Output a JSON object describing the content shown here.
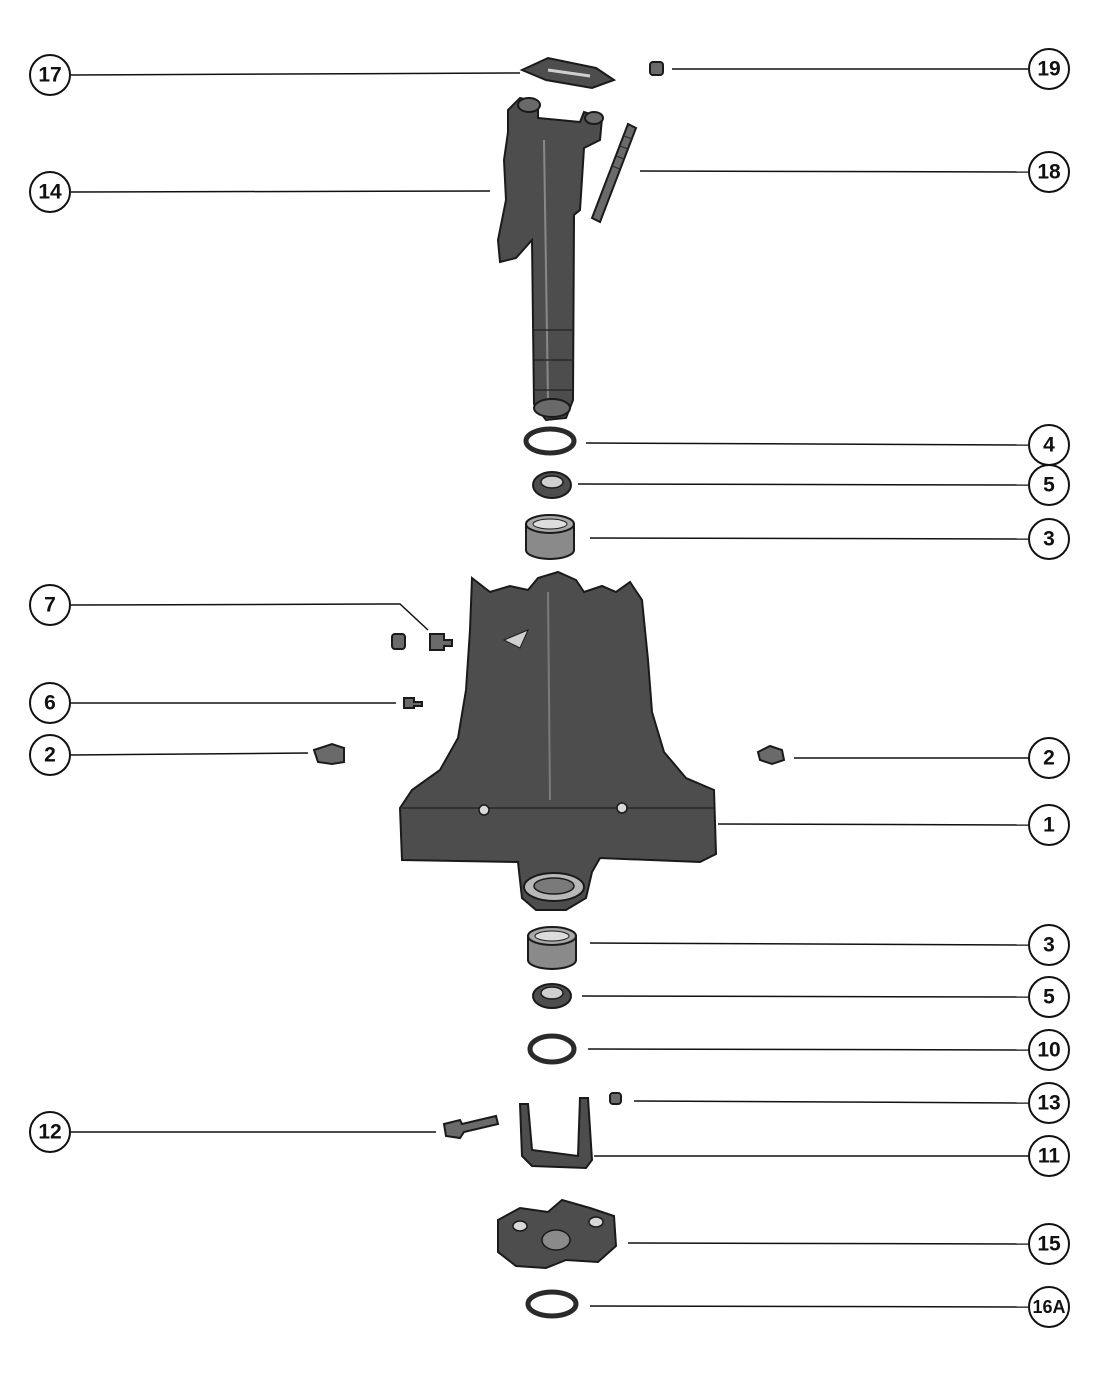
{
  "callouts": {
    "c17": "17",
    "c19": "19",
    "c14": "14",
    "c18": "18",
    "c4": "4",
    "c5a": "5",
    "c3a": "3",
    "c7": "7",
    "c6": "6",
    "c2l": "2",
    "c2r": "2",
    "c1": "1",
    "c3b": "3",
    "c5b": "5",
    "c10": "10",
    "c13": "13",
    "c12": "12",
    "c11": "11",
    "c15": "15",
    "c16a": "16A"
  },
  "colors": {
    "line": "#111111",
    "part_fill": "#4d4d4d",
    "background": "#ffffff"
  }
}
